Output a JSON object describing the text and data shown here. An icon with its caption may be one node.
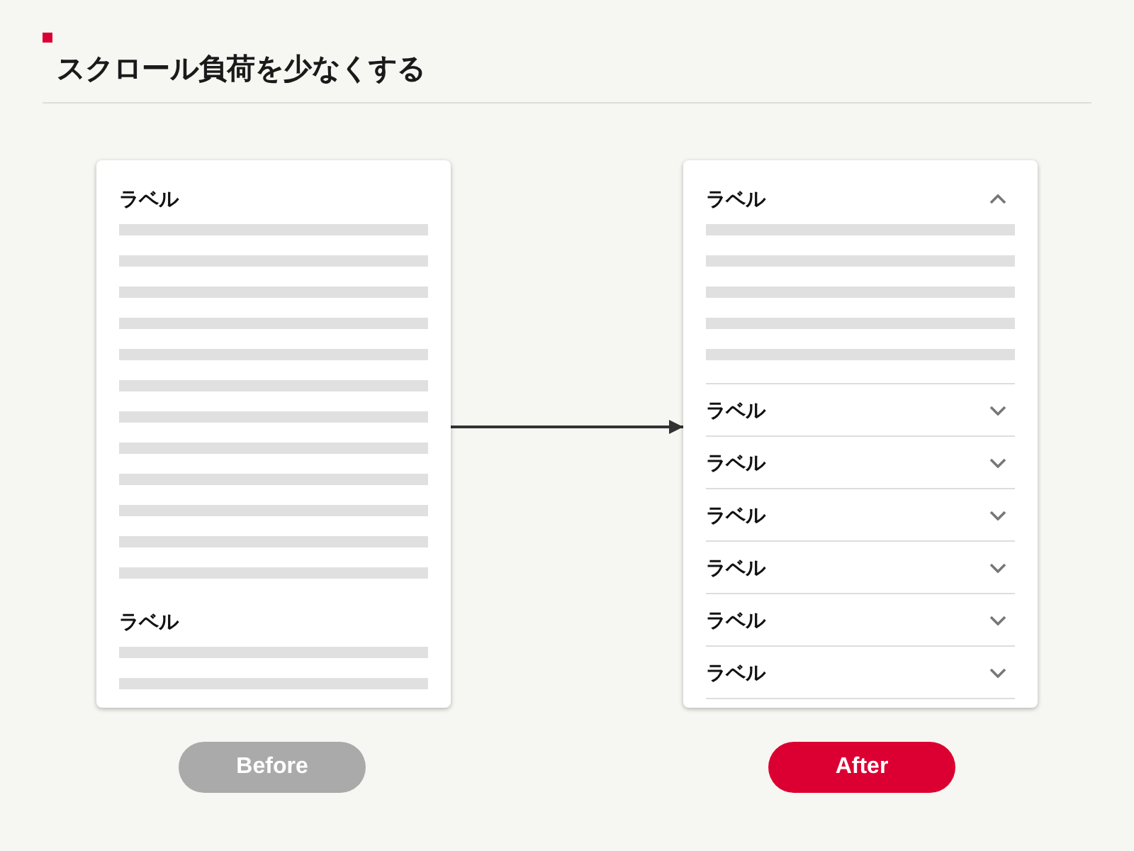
{
  "diagram": {
    "title": "スクロール負荷を少なくする",
    "nodes": [
      {
        "text": [
          "ラベル",
          "ラベル"
        ]
      },
      {
        "text": [
          "ラベル",
          "ラベル",
          "ラベル",
          "ラベル",
          "ラベル",
          "ラベル",
          "ラベル"
        ]
      },
      {
        "text": [
          "Before"
        ]
      },
      {
        "text": [
          "After"
        ]
      }
    ],
    "edges": [
      {
        "from": 0,
        "to": 1,
        "arrow": "to"
      }
    ]
  }
}
